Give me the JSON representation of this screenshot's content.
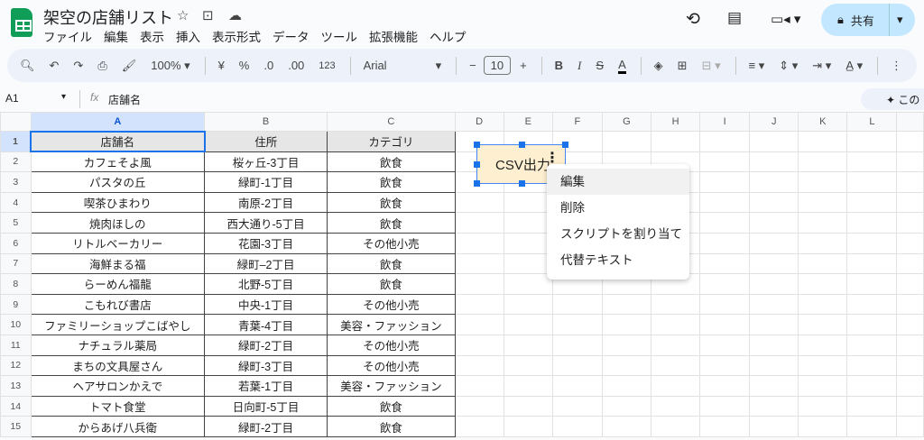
{
  "doc": {
    "title": "架空の店舗リスト",
    "menu": [
      "ファイル",
      "編集",
      "表示",
      "挿入",
      "表示形式",
      "データ",
      "ツール",
      "拡張機能",
      "ヘルプ"
    ]
  },
  "toolbar": {
    "zoom": "100%",
    "currency": "¥",
    "percent": "%",
    "dec_down": ".0",
    "dec_up": ".00",
    "number_format": "123",
    "font": "Arial",
    "font_size": "10",
    "bold": "B",
    "italic": "I",
    "text_color": "#000000"
  },
  "header": {
    "share_label": "共有"
  },
  "formula": {
    "cell_ref": "A1",
    "fx": "fx",
    "value": "店舗名",
    "gemini_label": "この"
  },
  "sheet": {
    "columns": [
      "A",
      "B",
      "C",
      "D",
      "E",
      "F",
      "G",
      "H",
      "I",
      "J",
      "K",
      "L"
    ],
    "headers": [
      "店舗名",
      "住所",
      "カテゴリ"
    ],
    "rows": [
      [
        "カフェそよ風",
        "桜ヶ丘-3丁目",
        "飲食"
      ],
      [
        "パスタの丘",
        "緑町-1丁目",
        "飲食"
      ],
      [
        "喫茶ひまわり",
        "南原-2丁目",
        "飲食"
      ],
      [
        "焼肉ほしの",
        "西大通り-5丁目",
        "飲食"
      ],
      [
        "リトルベーカリー",
        "花園-3丁目",
        "その他小売"
      ],
      [
        "海鮮まる福",
        "緑町–2丁目",
        "飲食"
      ],
      [
        "らーめん福龍",
        "北野-5丁目",
        "飲食"
      ],
      [
        "こもれび書店",
        "中央-1丁目",
        "その他小売"
      ],
      [
        "ファミリーショップこばやし",
        "青葉-4丁目",
        "美容・ファッション"
      ],
      [
        "ナチュラル薬局",
        "緑町-2丁目",
        "その他小売"
      ],
      [
        "まちの文具屋さん",
        "緑町-3丁目",
        "その他小売"
      ],
      [
        "ヘアサロンかえで",
        "若葉-1丁目",
        "美容・ファッション"
      ],
      [
        "トマト食堂",
        "日向町-5丁目",
        "飲食"
      ],
      [
        "からあげ八兵衛",
        "緑町-2丁目",
        "飲食"
      ]
    ]
  },
  "drawing": {
    "label": "CSV出力"
  },
  "context_menu": [
    "編集",
    "削除",
    "スクリプトを割り当て",
    "代替テキスト"
  ]
}
